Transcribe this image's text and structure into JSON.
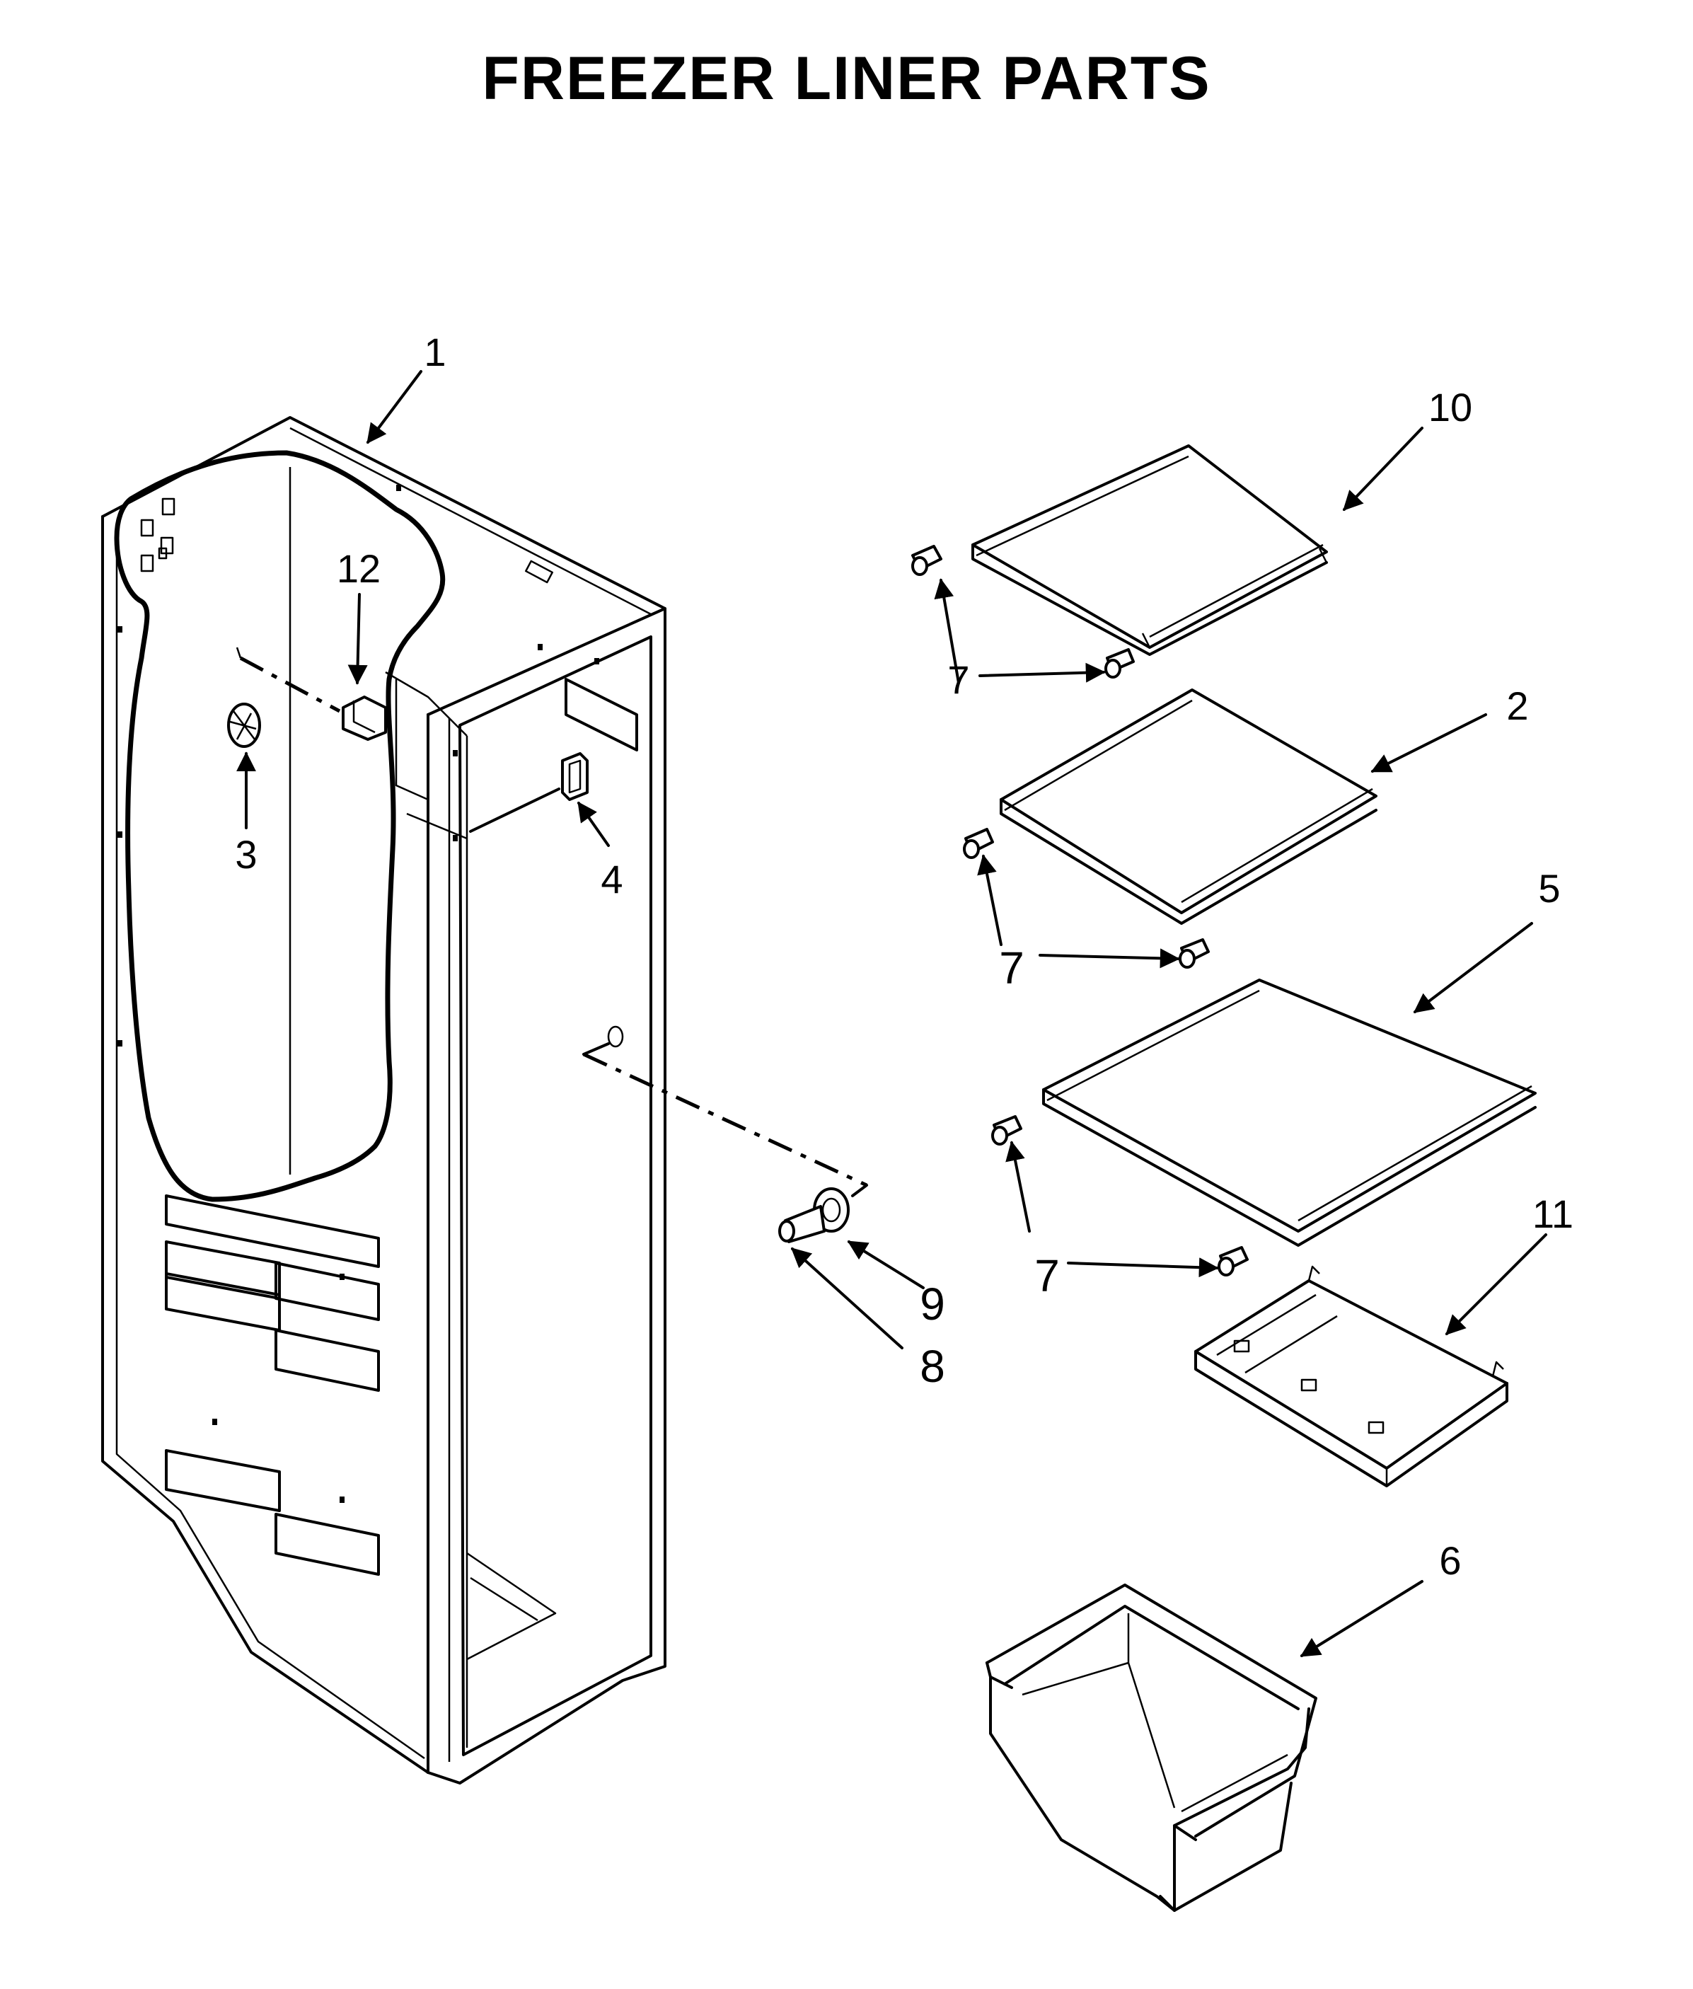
{
  "title": "FREEZER LINER PARTS",
  "callouts": {
    "p1": "1",
    "p2": "2",
    "p3": "3",
    "p4": "4",
    "p5": "5",
    "p6": "6",
    "p7": "7",
    "p8": "8",
    "p9": "9",
    "p10": "10",
    "p11": "11",
    "p12": "12"
  }
}
